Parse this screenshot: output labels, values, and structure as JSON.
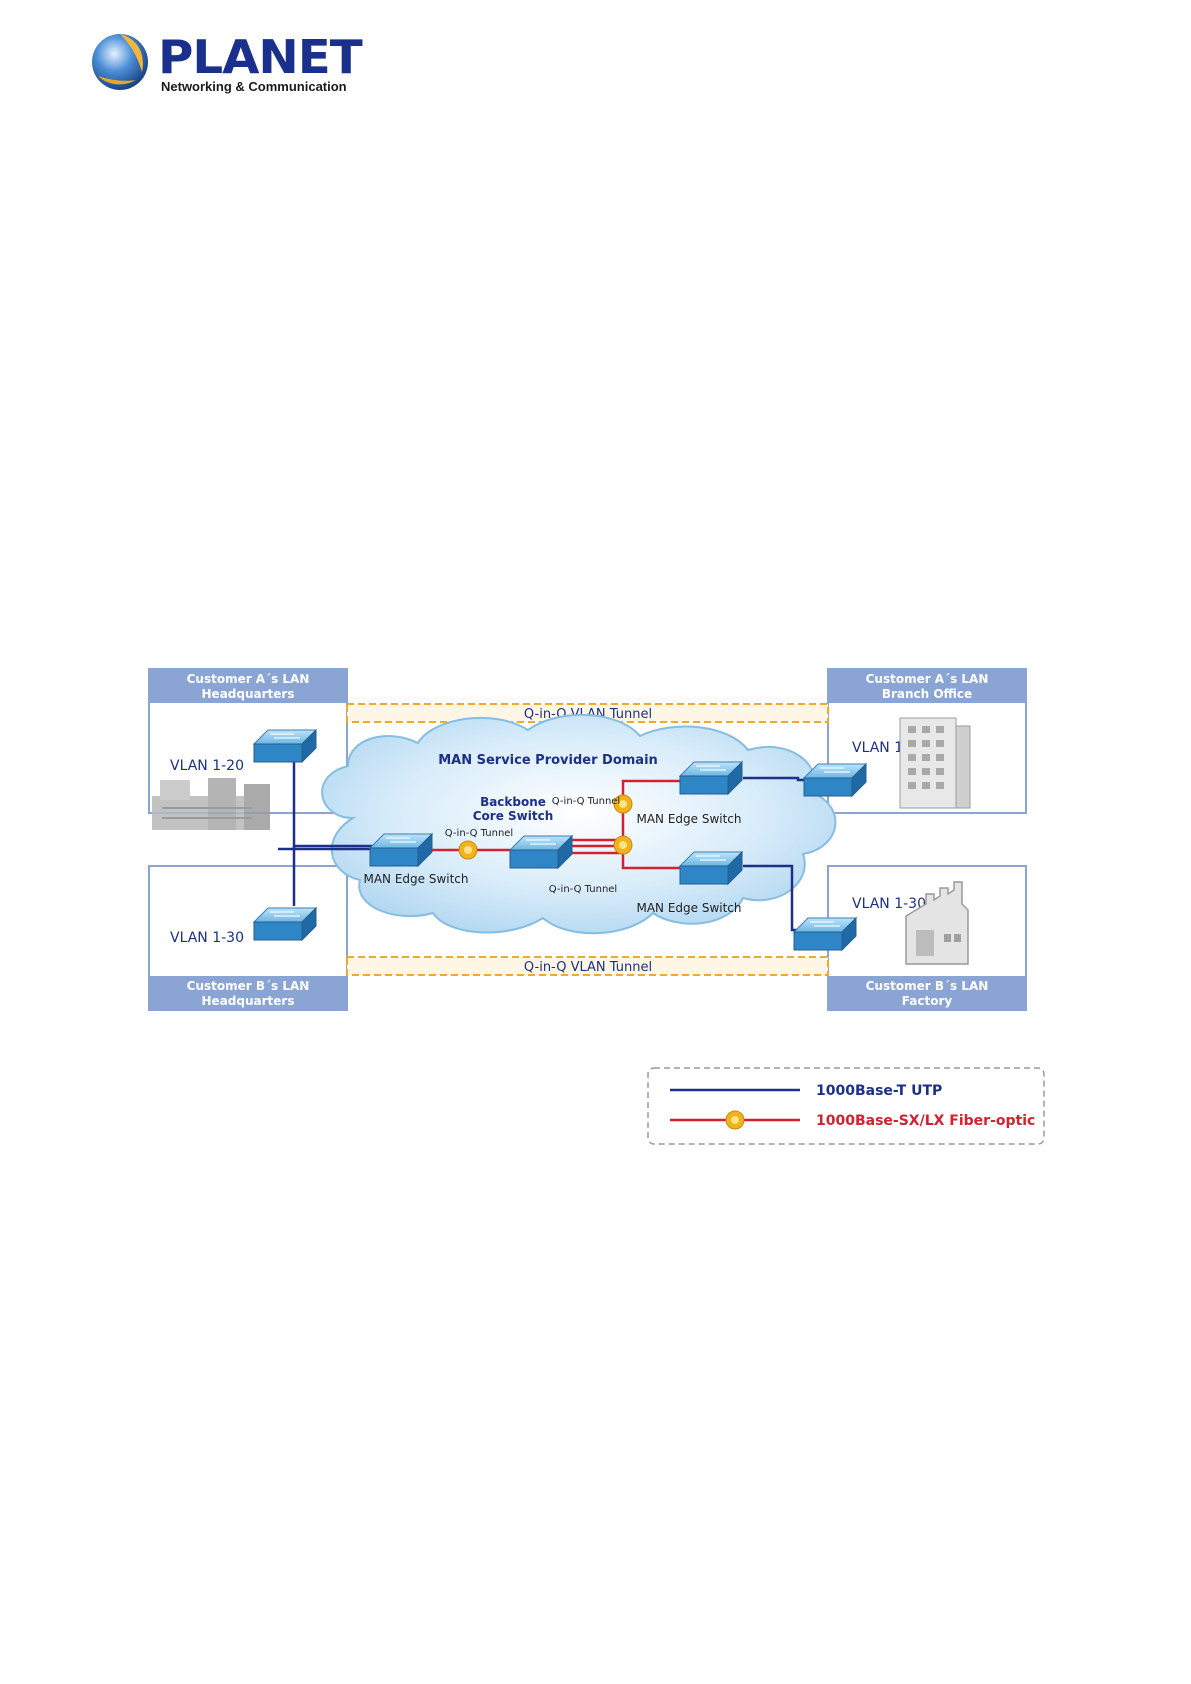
{
  "brand": {
    "name": "PLANET",
    "tagline": "Networking & Communication"
  },
  "diagram": {
    "customer_a_hq": {
      "title": "Customer A´s LAN",
      "subtitle": "Headquarters",
      "vlan": "VLAN 1-20"
    },
    "customer_b_hq": {
      "title": "Customer B´s LAN",
      "subtitle": "Headquarters",
      "vlan": "VLAN 1-30"
    },
    "customer_a_branch": {
      "title": "Customer A´s LAN",
      "subtitle": "Branch Office",
      "vlan": "VLAN 1-20"
    },
    "customer_b_factory": {
      "title": "Customer B´s LAN",
      "subtitle": "Factory",
      "vlan": "VLAN 1-30"
    },
    "tunnel_top": "Q-in-Q VLAN Tunnel",
    "tunnel_bottom": "Q-in-Q VLAN Tunnel",
    "cloud_title": "MAN Service Provider Domain",
    "backbone_line1": "Backbone",
    "backbone_line2": "Core Switch",
    "edge_left": "MAN Edge Switch",
    "edge_top_right": "MAN Edge Switch",
    "edge_bottom_right": "MAN Edge Switch",
    "qinq_left": "Q-in-Q Tunnel",
    "qinq_top": "Q-in-Q Tunnel",
    "qinq_bottom": "Q-in-Q Tunnel",
    "legend_utp": "1000Base-T UTP",
    "legend_fiber": "1000Base-SX/LX Fiber-optic",
    "colors": {
      "utp": "#1c2f8a",
      "fiber": "#d4202f",
      "panel": "#8aa5d4",
      "tunnel": "#f0a830"
    }
  }
}
